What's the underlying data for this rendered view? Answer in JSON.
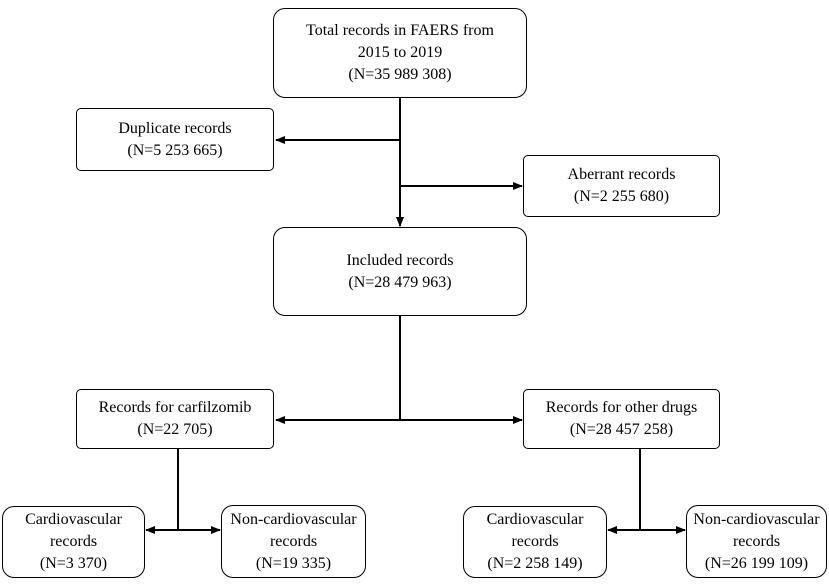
{
  "nodes": {
    "total": {
      "lines": [
        "Total records  in FAERS from",
        "2015 to 2019",
        "(N=35 989 308)"
      ]
    },
    "duplicate": {
      "lines": [
        "Duplicate records",
        "(N=5 253 665)"
      ]
    },
    "aberrant": {
      "lines": [
        "Aberrant   records",
        "(N=2 255 680)"
      ]
    },
    "included": {
      "lines": [
        "Included records",
        "(N=28 479 963)"
      ]
    },
    "carfilzomib": {
      "lines": [
        "Records for carfilzomib",
        "(N=22 705)"
      ]
    },
    "other": {
      "lines": [
        "Records for other drugs",
        "(N=28 457 258)"
      ]
    },
    "cardio_carf": {
      "lines": [
        "Cardiovascular",
        "records",
        "(N=3 370)"
      ]
    },
    "noncardio_carf": {
      "lines": [
        "Non-cardiovascular",
        "records",
        "(N=19 335)"
      ]
    },
    "cardio_other": {
      "lines": [
        "Cardiovascular",
        "records",
        "(N=2 258 149)"
      ]
    },
    "noncardio_other": {
      "lines": [
        "Non-cardiovascular",
        "records",
        "(N=26 199 109)"
      ]
    }
  }
}
